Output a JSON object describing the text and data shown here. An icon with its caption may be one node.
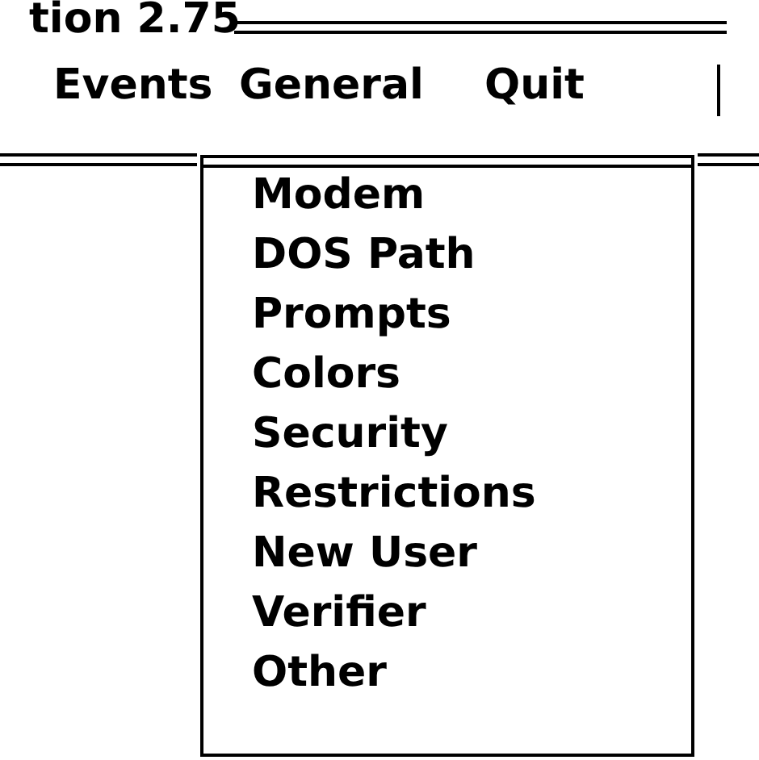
{
  "diagram": {
    "title": "tion 2.75",
    "nodes": [
      {
        "text": [
          "Modem",
          "DOS Path",
          "Prompts",
          "Colors",
          "Security",
          "Restrictions",
          "New User",
          "Verifier",
          "Other"
        ]
      }
    ],
    "edges": [],
    "labels": [
      "Events",
      "General",
      "Quit"
    ]
  }
}
